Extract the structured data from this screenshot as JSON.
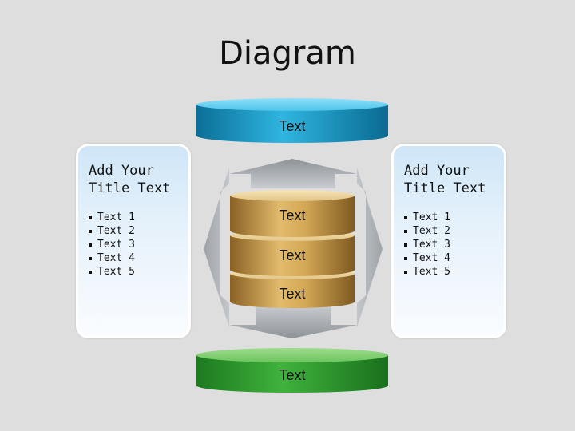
{
  "title": "Diagram",
  "top_cylinder": {
    "label": "Text",
    "color": "#1aa0cf"
  },
  "bottom_cylinder": {
    "label": "Text",
    "color": "#35a434"
  },
  "stack": {
    "color": "#c79a45",
    "discs": [
      {
        "label": "Text"
      },
      {
        "label": "Text"
      },
      {
        "label": "Text"
      }
    ]
  },
  "left_panel": {
    "title": "Add Your\nTitle Text",
    "items": [
      "Text 1",
      "Text 2",
      "Text 3",
      "Text 4",
      "Text 5"
    ]
  },
  "right_panel": {
    "title": "Add Your\nTitle Text",
    "items": [
      "Text 1",
      "Text 2",
      "Text 3",
      "Text 4",
      "Text 5"
    ]
  }
}
